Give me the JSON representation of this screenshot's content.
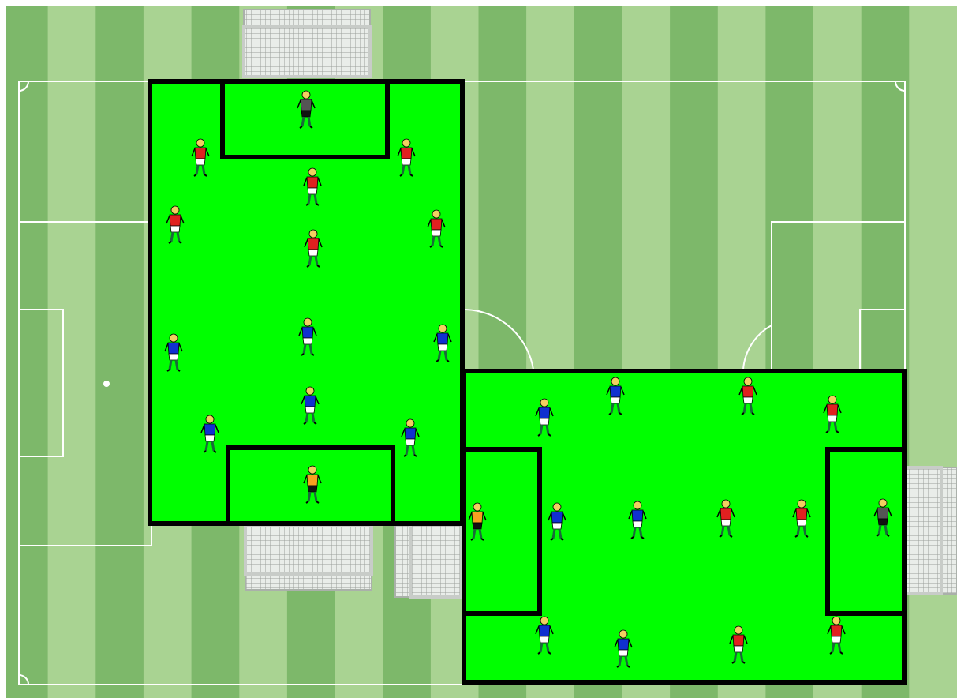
{
  "colors": {
    "stripe_dark": "#7db86a",
    "stripe_light": "#a9d392",
    "zone_fill": "#00ff00",
    "zone_border": "#000000",
    "pitch_lines": "#ffffff",
    "team_red": "#e02020",
    "team_blue": "#1030d0",
    "keeper_orange": "#f7a020",
    "keeper_grey": "#555555",
    "shorts": "#ffffff",
    "socks": "#1a6a3a"
  },
  "pitch": {
    "stripes_count": 20
  },
  "zones": [
    {
      "name": "zone-vertical",
      "players": 12,
      "goalkeepers": 2
    },
    {
      "name": "zone-horizontal",
      "players": 12,
      "goalkeepers": 2
    }
  ],
  "teams": [
    {
      "name": "red",
      "color_key": "team_red"
    },
    {
      "name": "blue",
      "color_key": "team_blue"
    }
  ],
  "icons": [
    "goal-net-icon",
    "player-icon",
    "goalkeeper-icon"
  ]
}
